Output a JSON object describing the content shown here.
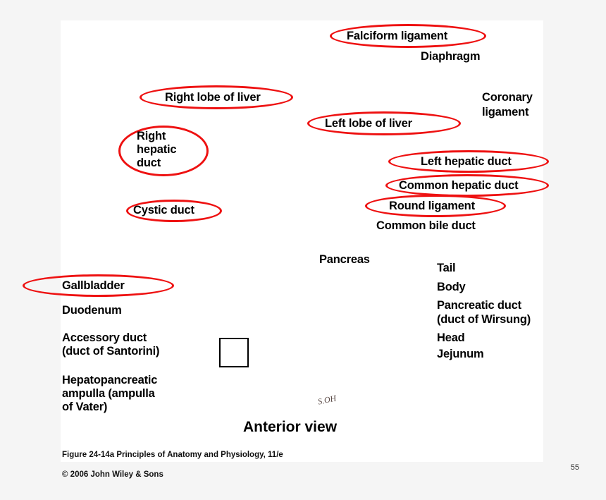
{
  "slide": {
    "number": "55",
    "background_color": "#f5f5f5",
    "canvas_color": "#ffffff",
    "annotation_color": "#ee1111"
  },
  "figure": {
    "view_label": "Anterior view",
    "artist_signature": "S.OH",
    "caption_line1": "Figure 24-14a  Principles of Anatomy and Physiology, 11/e",
    "caption_line2": "© 2006 John Wiley & Sons"
  },
  "labels": {
    "falciform_ligament": "Falciform ligament",
    "diaphragm": "Diaphragm",
    "coronary_ligament_l1": "Coronary",
    "coronary_ligament_l2": "ligament",
    "right_lobe_of_liver": "Right lobe of liver",
    "left_lobe_of_liver": "Left lobe of liver",
    "right_hepatic_duct_l1": "Right",
    "right_hepatic_duct_l2": "hepatic",
    "right_hepatic_duct_l3": "duct",
    "left_hepatic_duct": "Left hepatic duct",
    "common_hepatic_duct": "Common hepatic duct",
    "round_ligament": "Round ligament",
    "common_bile_duct": "Common bile duct",
    "cystic_duct": "Cystic duct",
    "gallbladder": "Gallbladder",
    "duodenum": "Duodenum",
    "accessory_duct_l1": "Accessory duct",
    "accessory_duct_l2": "(duct of Santorini)",
    "hepatopancreatic_l1": "Hepatopancreatic",
    "hepatopancreatic_l2": "ampulla (ampulla",
    "hepatopancreatic_l3": "of Vater)",
    "pancreas": "Pancreas",
    "tail": "Tail",
    "body": "Body",
    "pancreatic_duct_l1": "Pancreatic duct",
    "pancreatic_duct_l2": "(duct of Wirsung)",
    "head": "Head",
    "jejunum": "Jejunum"
  },
  "circled_terms": [
    "Falciform ligament",
    "Right lobe of liver",
    "Left lobe of liver",
    "Right hepatic duct",
    "Left hepatic duct",
    "Common hepatic duct",
    "Round ligament",
    "Cystic duct",
    "Gallbladder"
  ],
  "colors": {
    "liver": "#d8a191",
    "liver_shade": "#c08878",
    "gallbladder": "#c8d08a",
    "bile_duct": "#cdd08f",
    "pancreas": "#f2d79a",
    "pancreas_vessel": "#a58272",
    "duodenum": "#eeb49c",
    "duodenum_inner": "#b97f76",
    "diaphragm": "#d7d8e2",
    "annotation_red": "#ee1111"
  }
}
